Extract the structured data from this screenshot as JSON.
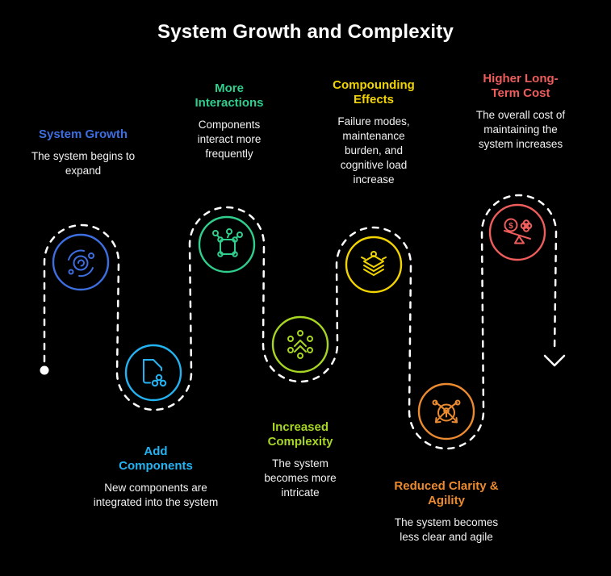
{
  "title": "System Growth and Complexity",
  "path": {
    "style": "dashed",
    "color": "#ffffff",
    "start_marker": "dot",
    "end_marker": "down-arrow"
  },
  "steps": [
    {
      "label": "System Growth",
      "description": "The system begins to expand",
      "color": "#3d6ee0",
      "icon": "orbit-growth-icon"
    },
    {
      "label": "Add Components",
      "description": "New components are integrated into the system",
      "color": "#23b3f2",
      "icon": "document-cluster-icon"
    },
    {
      "label": "More Interactions",
      "description": "Components interact more frequently",
      "color": "#2fce8d",
      "icon": "connected-nodes-icon"
    },
    {
      "label": "Increased Complexity",
      "description": "The system becomes more intricate",
      "color": "#a6d522",
      "icon": "node-ring-chevrons-icon"
    },
    {
      "label": "Compounding Effects",
      "description": "Failure modes, maintenance burden, and cognitive load increase",
      "color": "#f2d400",
      "icon": "stacked-layers-icon"
    },
    {
      "label": "Reduced Clarity & Agility",
      "description": "The system becomes less clear and agile",
      "color": "#ec8a30",
      "icon": "tangled-arrows-lock-icon"
    },
    {
      "label": "Higher Long-Term Cost",
      "description": "The overall cost of maintaining the system increases",
      "color": "#ee5c5c",
      "icon": "cost-balance-icon"
    }
  ],
  "glyphs": {
    "currency": "$"
  }
}
